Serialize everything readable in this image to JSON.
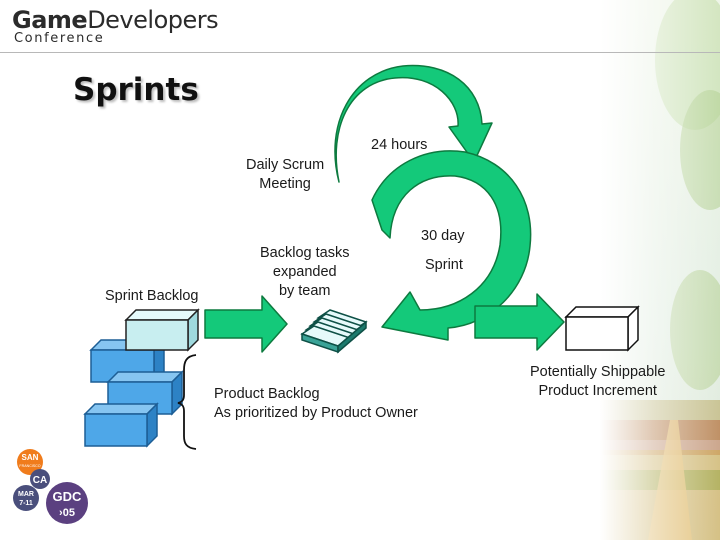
{
  "logo": {
    "brand_bold": "Game",
    "brand_rest": "Developers",
    "brand_sub": "Conference"
  },
  "slide": {
    "title": "Sprints"
  },
  "labels": {
    "hours": "24 hours",
    "daily_scrum_1": "Daily Scrum",
    "daily_scrum_2": "Meeting",
    "thirty_day": "30 day",
    "sprint": "Sprint",
    "backlog_tasks_1": "Backlog tasks",
    "backlog_tasks_2": "expanded",
    "backlog_tasks_3": "by team",
    "sprint_backlog": "Sprint Backlog",
    "product_backlog_1": "Product Backlog",
    "product_backlog_2": "As prioritized by Product Owner",
    "increment_1": "Potentially Shippable",
    "increment_2": "Product Increment"
  },
  "badge": {
    "city_1": "SAN",
    "city_2": "FRANCISCO",
    "state": "CA",
    "month": "MAR",
    "dates": "7-11",
    "event": "GDC",
    "year": "›05"
  },
  "colors": {
    "arrow_green": "#14c97a",
    "cube_blue": "#4ea7e8",
    "tile_teal": "#c8eef0",
    "badge_orange": "#f07c1c"
  }
}
